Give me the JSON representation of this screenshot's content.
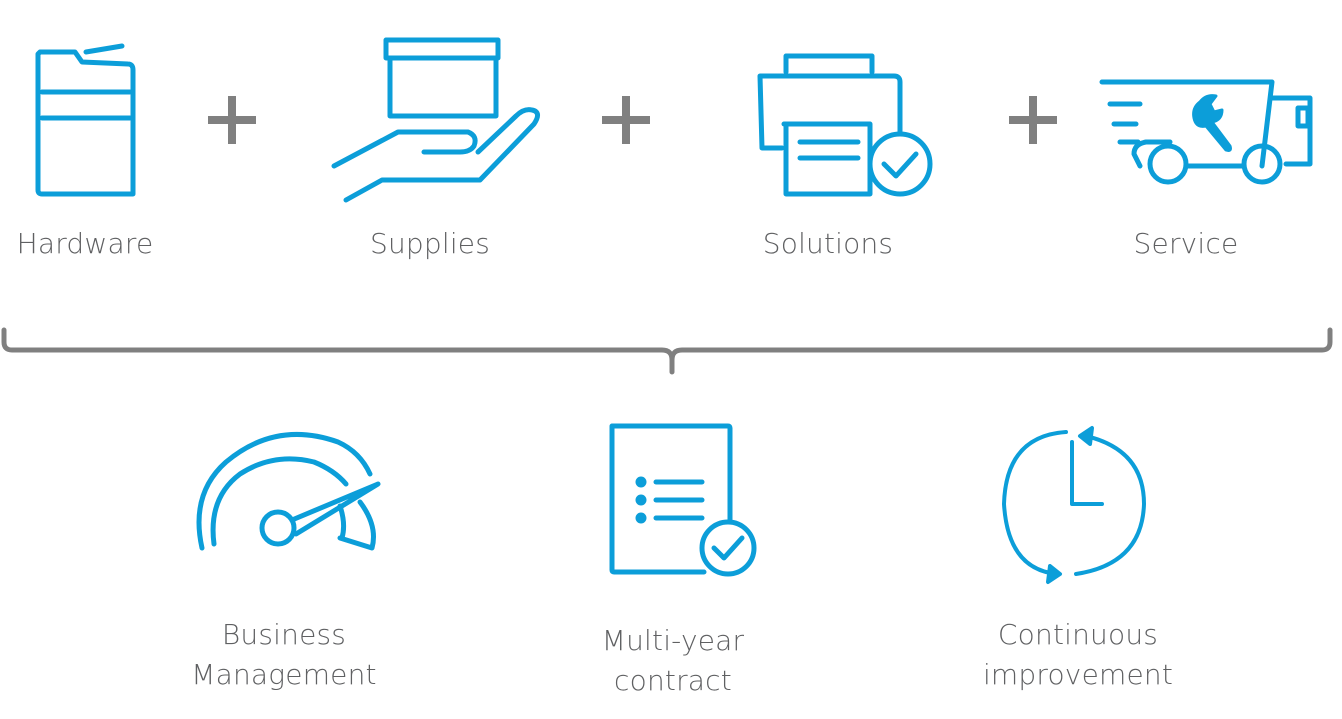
{
  "colors": {
    "icon": "#0c9ed9",
    "text": "#5f6062",
    "connector": "#808080"
  },
  "components": [
    {
      "icon": "printer-mfp-icon",
      "label": "Hardware"
    },
    {
      "icon": "hand-with-box-icon",
      "label": "Supplies"
    },
    {
      "icon": "printer-check-icon",
      "label": "Solutions"
    },
    {
      "icon": "service-truck-icon",
      "label": "Service"
    }
  ],
  "outcomes": [
    {
      "icon": "gauge-icon",
      "line1": "Business",
      "line2": "Management"
    },
    {
      "icon": "contract-check-icon",
      "line1": "Multi-year",
      "line2": "contract"
    },
    {
      "icon": "clock-cycle-icon",
      "line1": "Continuous",
      "line2": "improvement"
    }
  ]
}
